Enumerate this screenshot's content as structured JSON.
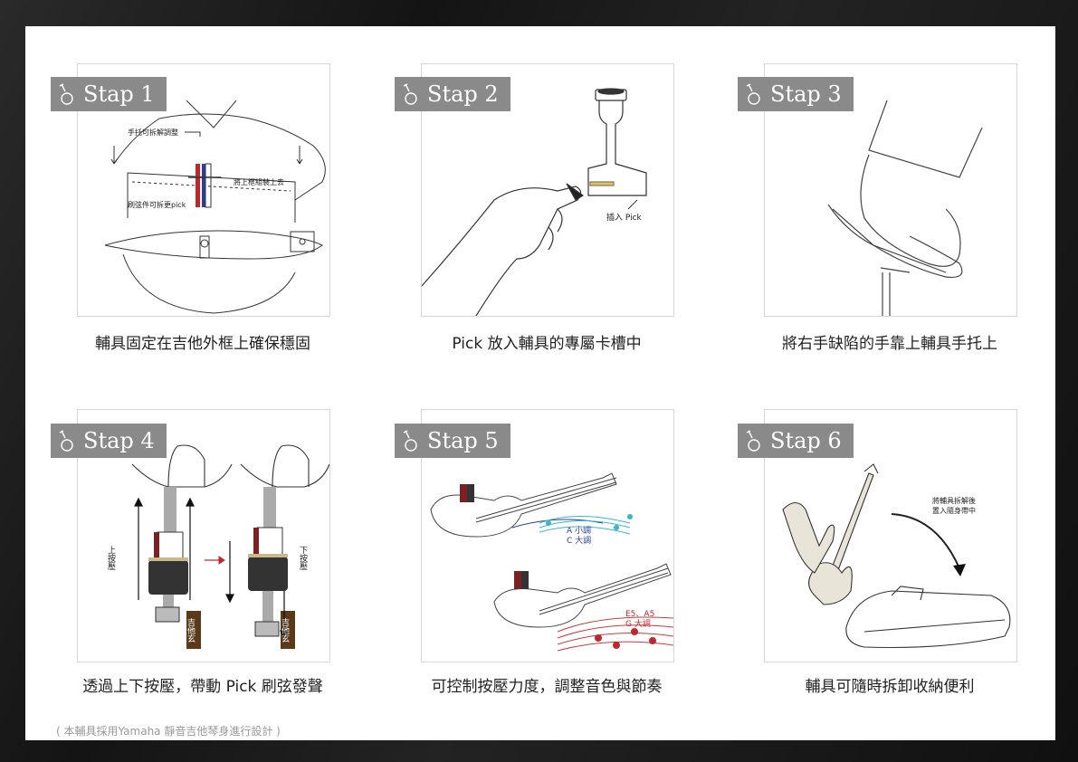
{
  "steps": [
    {
      "tag": "Stap 1",
      "caption": "輔具固定在吉他外框上確保穩固",
      "labels": {
        "hand_rest": "手托可拆解調整",
        "attach": "將上框組裝上去",
        "pick_swap": "刷弦件可拆更pick"
      }
    },
    {
      "tag": "Stap 2",
      "caption": "Pick 放入輔具的專屬卡槽中",
      "labels": {
        "insert": "插入 Pick"
      }
    },
    {
      "tag": "Stap 3",
      "caption": "將右手缺陷的手靠上輔具手托上",
      "labels": {}
    },
    {
      "tag": "Stap 4",
      "caption": "透過上下按壓，帶動 Pick 刷弦發聲",
      "labels": {
        "press_up": "上按壓",
        "press_down": "下按壓",
        "string_left": "吉他玄",
        "string_right": "吉他玄"
      }
    },
    {
      "tag": "Stap 5",
      "caption": "可控制按壓力度，調整音色與節奏",
      "labels": {
        "a_minor": "A 小調",
        "c_major": "C 大調",
        "e5a5": "E5、A5",
        "g_major": "G  大調"
      }
    },
    {
      "tag": "Stap 6",
      "caption": "輔具可隨時拆卸收納便利",
      "labels": {
        "store1": "將輔具拆解後",
        "store2": "置入隨身帶中"
      }
    }
  ],
  "footnote": "( 本輔具採用Yamaha 靜音吉他琴身進行設計 )",
  "colors": {
    "tag_bg": "#8a8a8a",
    "accent_red": "#c0272d",
    "accent_blue": "#2a3f9d",
    "accent_cyan": "#3bb6c9"
  }
}
